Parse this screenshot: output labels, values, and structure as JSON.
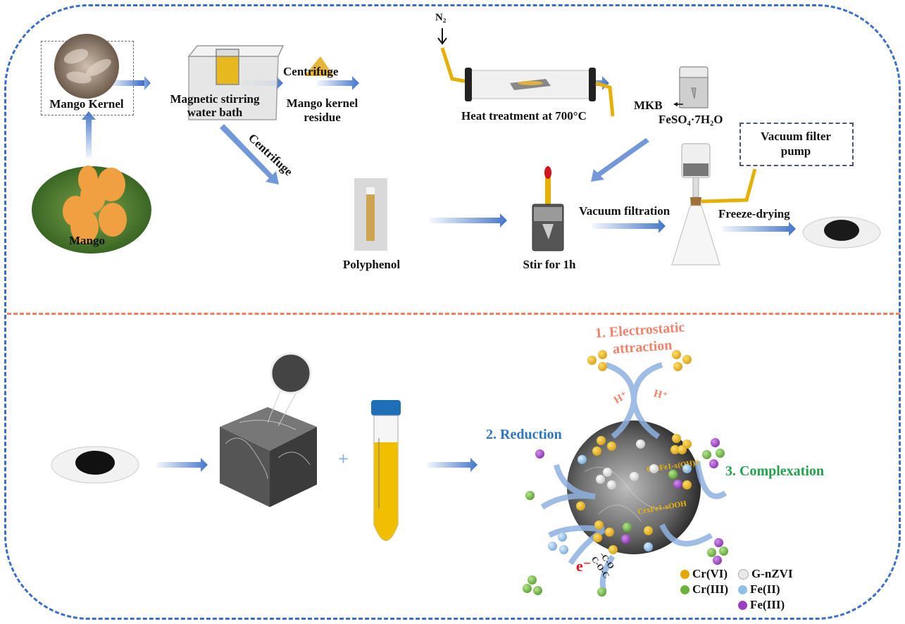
{
  "top_panel": {
    "mango_kernel_label": "Mango Kernel",
    "mango_label": "Mango",
    "water_bath_label_line1": "Magnetic stirring",
    "water_bath_label_line2": "water bath",
    "centrifuge_label_1": "Centrifuge",
    "centrifuge_label_2": "Centrifuge",
    "residue_label_line1": "Mango kernel",
    "residue_label_line2": "residue",
    "n2_label": "N₂",
    "heat_label": "Heat treatment at 700°C",
    "mkb_label": "MKB",
    "feso4_label": "FeSO₄·7H₂O",
    "pump_label_line1": "Vacuum filter",
    "pump_label_line2": "pump",
    "polyphenol_label": "Polyphenol",
    "stir_label": "Stir for 1h",
    "vacuum_filtration_label": "Vacuum filtration",
    "freeze_drying_label": "Freeze-drying"
  },
  "bottom_panel": {
    "plus_sign": "+",
    "step1_line1": "1. Electrostatic",
    "step1_line2": "attraction",
    "hplus_left": "H⁺",
    "hplus_right": "H⁺",
    "step2": "2. Reduction",
    "step3": "3. Complexation",
    "product_oh": "CrxFe1-x(OH)3",
    "product_ooh": "CrxFe1-xOOH",
    "electron": "e⁻",
    "groups": [
      "-C-O",
      "C-O-C"
    ],
    "legend": [
      {
        "label": "Cr(VI)",
        "color": "#e5a800"
      },
      {
        "label": "Cr(III)",
        "color": "#6cb33e"
      },
      {
        "label": "G-nZVI",
        "color": "#e8e8e8"
      },
      {
        "label": "Fe(II)",
        "color": "#8fc0e6"
      },
      {
        "label": "Fe(III)",
        "color": "#9b3fc0"
      }
    ]
  },
  "colors": {
    "frame": "#3a6fc9",
    "separator": "#f2805e",
    "step1": "#f2826a",
    "step2": "#2d76c4",
    "step3": "#1fa24a",
    "product": "#f0b400",
    "electron": "#e0141b"
  }
}
